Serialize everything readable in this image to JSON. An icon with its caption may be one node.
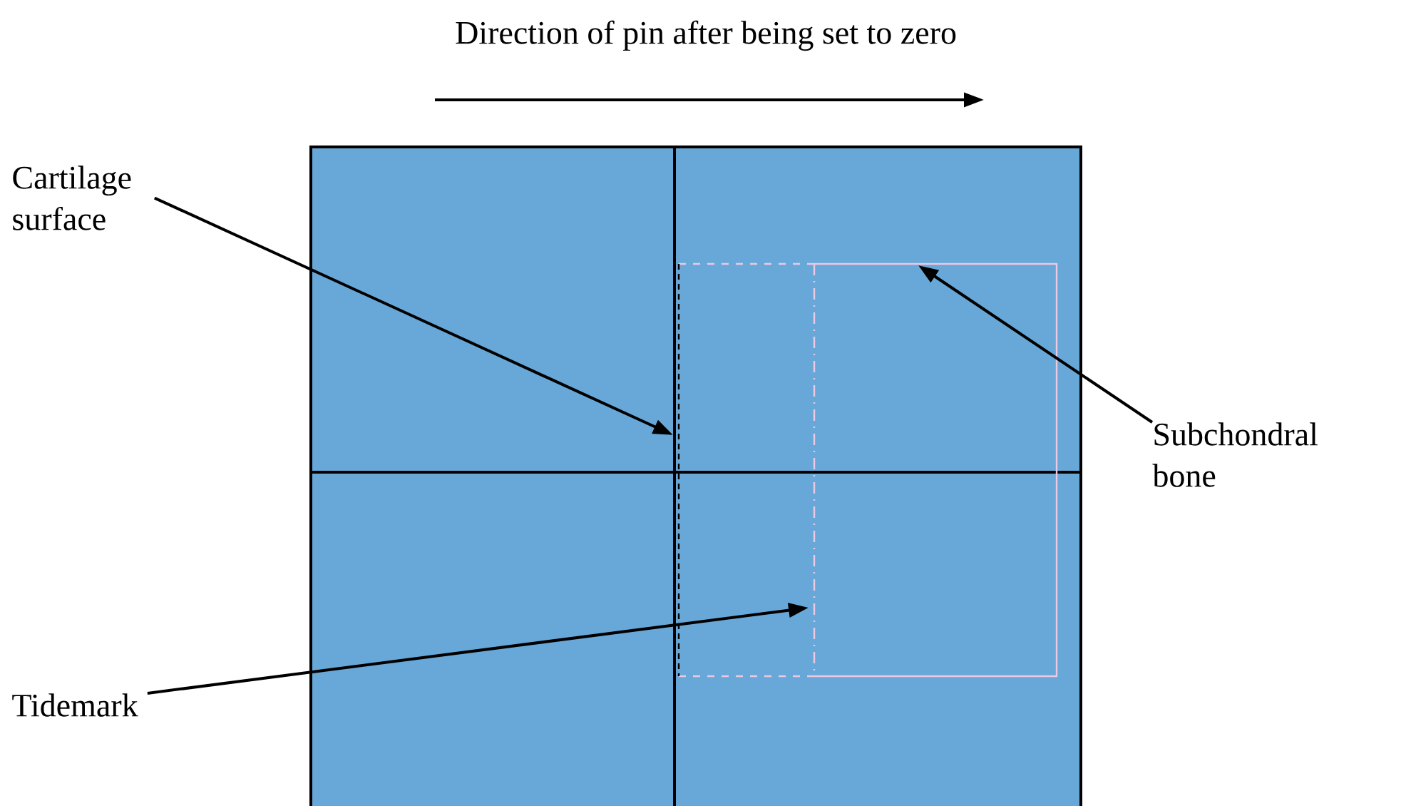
{
  "diagram": {
    "title": "Direction of pin after being set to zero",
    "nodes": [
      {
        "text": [
          "Cartilage surface"
        ]
      },
      {
        "text": [
          "Subchondral bone"
        ]
      },
      {
        "text": [
          "Tidemark"
        ]
      }
    ],
    "edges": [
      {
        "from": 0,
        "to": null,
        "arrow": "to"
      },
      {
        "from": 1,
        "to": null,
        "arrow": "to"
      },
      {
        "from": 2,
        "to": null,
        "arrow": "to"
      }
    ]
  }
}
